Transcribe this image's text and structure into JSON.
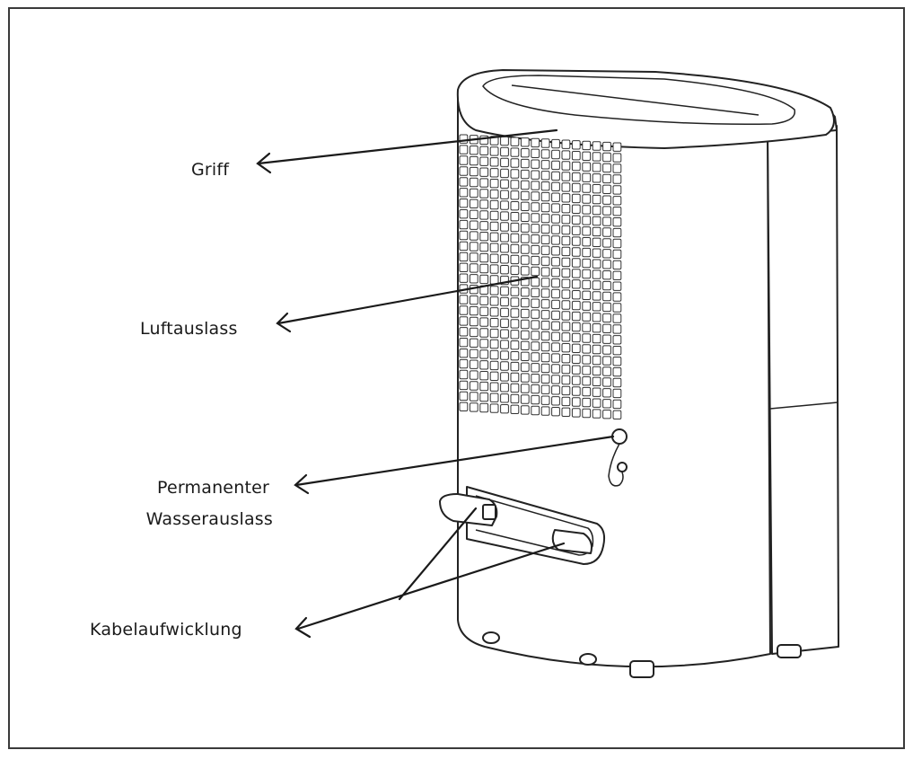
{
  "labels": {
    "griff": "Griff",
    "luftauslass": "Luftauslass",
    "permanent_line1": "Permanenter",
    "permanent_line2": "Wasserauslass",
    "kabel": "Kabelaufwicklung"
  }
}
